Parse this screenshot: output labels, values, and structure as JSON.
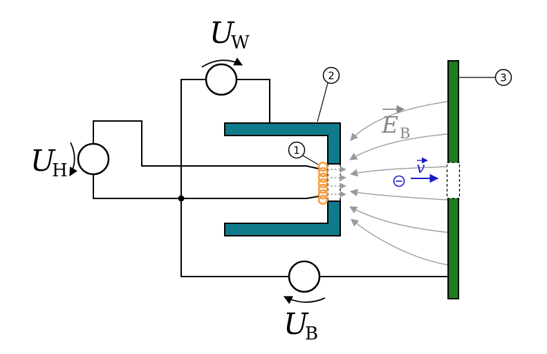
{
  "labels": {
    "uw": {
      "symbol": "U",
      "sub": "W"
    },
    "uh": {
      "symbol": "U",
      "sub": "H"
    },
    "ub": {
      "symbol": "U",
      "sub": "B"
    },
    "eb": {
      "symbol": "E",
      "sub": "B"
    },
    "v": {
      "symbol": "v"
    },
    "callout1": "1",
    "callout2": "2",
    "callout3": "3"
  },
  "icons": {
    "electron": "circled-minus",
    "voltage_source": "circle-symbol",
    "vector_arrows": "right-arrow"
  },
  "colors": {
    "wehnelt_teal": "#0f7a8a",
    "anode_green": "#1d7d1d",
    "filament_orange": "#f59d3d",
    "field_line_gray": "#9b9b9b",
    "label_gray": "#888888",
    "electron_blue": "#1a1ac8",
    "wire_black": "#000000",
    "background": "#ffffff"
  }
}
